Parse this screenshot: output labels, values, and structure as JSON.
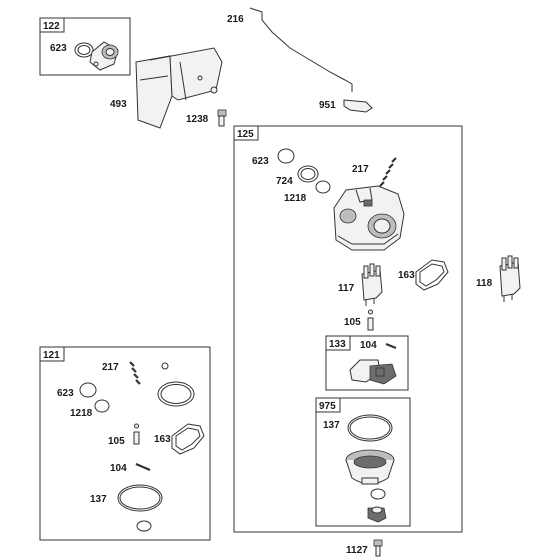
{
  "groups": {
    "g122": {
      "tag": "122"
    },
    "g125": {
      "tag": "125"
    },
    "g121": {
      "tag": "121"
    },
    "g133": {
      "tag": "133"
    },
    "g975": {
      "tag": "975"
    }
  },
  "labels": {
    "l122_623": "623",
    "l216": "216",
    "l493": "493",
    "l1238": "1238",
    "l951": "951",
    "l125_623": "623",
    "l125_217": "217",
    "l125_724": "724",
    "l125_1218": "1218",
    "l125_117": "117",
    "l125_163": "163",
    "l118": "118",
    "l125_105": "105",
    "l133_104": "104",
    "l975_137": "137",
    "l121_217": "217",
    "l121_623": "623",
    "l121_1218": "1218",
    "l121_105": "105",
    "l121_163": "163",
    "l121_104": "104",
    "l121_137": "137",
    "l1127": "1127"
  }
}
